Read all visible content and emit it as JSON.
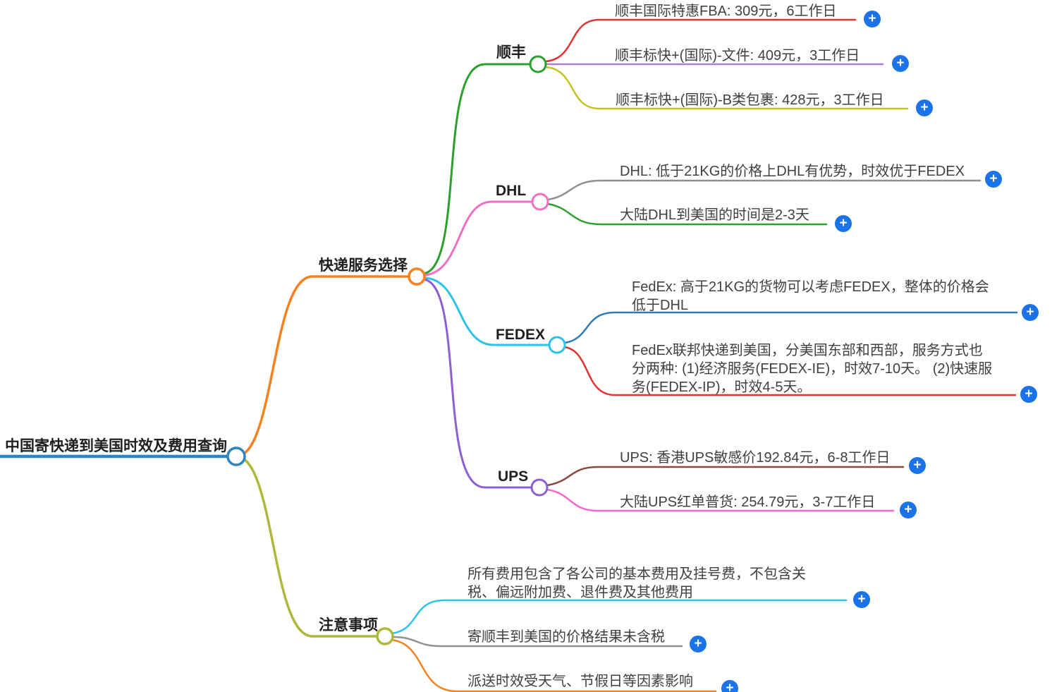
{
  "mindmap": {
    "root": {
      "label": "中国寄快递到美国时效及费用查询"
    },
    "branches": [
      {
        "label": "快递服务选择",
        "topics": [
          {
            "label": "顺丰",
            "items": [
              {
                "text": "顺丰国际特惠FBA: 309元，6工作日"
              },
              {
                "text": "顺丰标快+(国际)-文件: 409元，3工作日"
              },
              {
                "text": "顺丰标快+(国际)-B类包裹: 428元，3工作日"
              }
            ]
          },
          {
            "label": "DHL",
            "items": [
              {
                "text": "DHL: 低于21KG的价格上DHL有优势，时效优于FEDEX"
              },
              {
                "text": "大陆DHL到美国的时间是2-3天"
              }
            ]
          },
          {
            "label": "FEDEX",
            "items": [
              {
                "lines": [
                  "FedEx: 高于21KG的货物可以考虑FEDEX，整体的价格会",
                  "低于DHL"
                ]
              },
              {
                "lines": [
                  "FedEx联邦快递到美国，分美国东部和西部，服务方式也",
                  "分两种: (1)经济服务(FEDEX-IE)，时效7-10天。 (2)快速服",
                  "务(FEDEX-IP)，时效4-5天。"
                ]
              }
            ]
          },
          {
            "label": "UPS",
            "items": [
              {
                "text": "UPS: 香港UPS敏感价192.84元，6-8工作日"
              },
              {
                "text": "大陆UPS红单普货: 254.79元，3-7工作日"
              }
            ]
          }
        ]
      },
      {
        "label": "注意事项",
        "items": [
          {
            "lines": [
              "所有费用包含了各公司的基本费用及挂号费，不包含关",
              "税、偏远附加费、退件费及其他费用"
            ]
          },
          {
            "text": "寄顺丰到美国的价格结果未含税"
          },
          {
            "text": "派送时效受天气、节假日等因素影响"
          }
        ]
      }
    ]
  },
  "icons": {
    "plus_glyph": "+"
  },
  "colors": {
    "root": "#2E86C1",
    "service_branch": "#F5821F",
    "notes_branch": "#AFB83B",
    "sf_branch": "#2CA02C",
    "dhl_branch": "#EE6FC5",
    "fedex_branch": "#29C4E8",
    "ups_branch": "#8C5FD3",
    "sf_item_fba": "#E23333",
    "sf_item_doc": "#A97FD6",
    "sf_item_parcel": "#C5C21E",
    "dhl_item_advantage": "#8F8F8F",
    "dhl_item_time": "#2CA02C",
    "fedex_item_price": "#2C7BB8",
    "fedex_item_service": "#E23333",
    "ups_item_hk": "#8B4A3E",
    "ups_item_cn": "#F268CD",
    "note_item_fee": "#29C4E8",
    "note_item_tax": "#8F8F8F",
    "note_item_weather": "#F5821F",
    "plus_button": "#1A73E8",
    "label_text": "#1F1F1F",
    "item_text": "#404040"
  }
}
